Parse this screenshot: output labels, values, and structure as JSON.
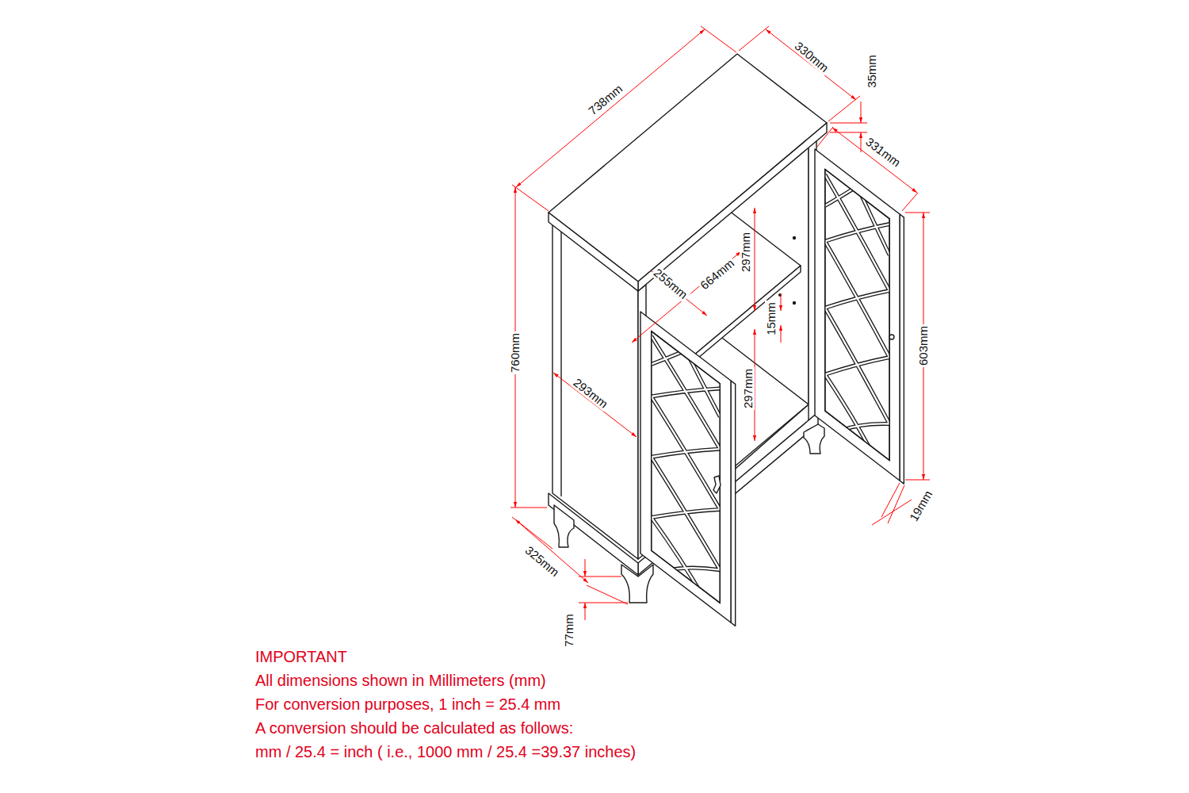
{
  "diagram": {
    "labels": [
      "738mm",
      "330mm",
      "35mm",
      "331mm",
      "297mm",
      "255mm",
      "664mm",
      "15mm",
      "603mm",
      "760mm",
      "293mm",
      "297mm",
      "19mm",
      "325mm",
      "77mm",
      "IMPORTANT",
      "All dimensions shown in Millimeters (mm)",
      "For conversion purposes, 1 inch = 25.4 mm",
      "A conversion should be calculated as follows:",
      "mm / 25.4 = inch ( i.e., 1000 mm / 25.4 =39.37 inches)"
    ]
  }
}
